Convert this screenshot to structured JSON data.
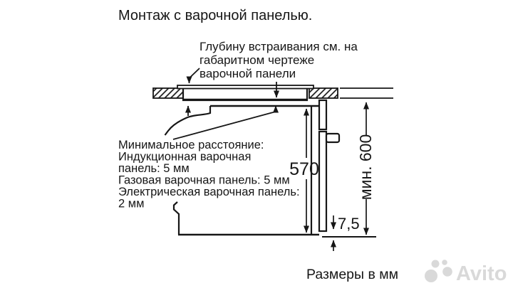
{
  "title": "Монтаж с варочной панелью.",
  "diagram": {
    "embed_depth_note": {
      "line1": "Глубину встраивания см. на",
      "line2": "габаритном чертеже",
      "line3": "варочной панели"
    },
    "min_distance_note": {
      "line1": "Минимальное расстояние:",
      "line2": "Индукционная варочная",
      "line3": "панель: 5 мм",
      "line4": "Газовая варочная панель: 5 мм",
      "line5": "Электрическая варочная панель:",
      "line6": "2 мм"
    },
    "dimensions": {
      "oven_height_mm": "570",
      "niche_min_height_mm": "мин. 600",
      "bottom_gap_mm": "7,5"
    },
    "units_note": "Размеры в мм"
  },
  "watermark": {
    "brand": "Avito"
  },
  "colors": {
    "line": "#161616",
    "background": "#ffffff",
    "watermark": "#d9d9d9"
  }
}
